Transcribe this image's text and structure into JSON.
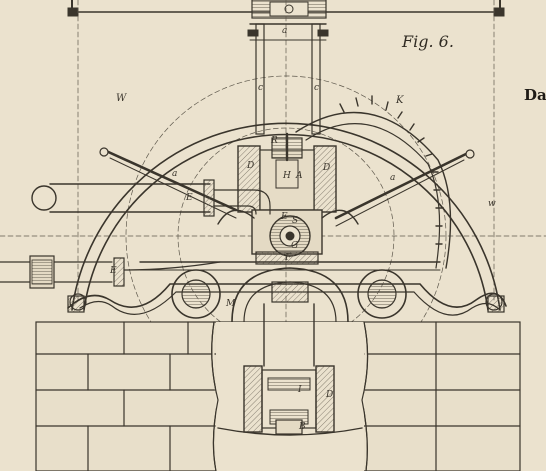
{
  "figure": {
    "caption": "Fig. 6.",
    "margin_text": "Da"
  },
  "labels": {
    "a_top": "a",
    "W_left": "W",
    "K": "K",
    "c_left": "c",
    "c_right": "c",
    "R": "R",
    "D_left": "D",
    "H": "H",
    "A": "A",
    "D_right": "D",
    "a_left": "a",
    "a_right": "a",
    "E_upper": "E",
    "E_center": "E",
    "S": "S",
    "G": "G",
    "w_right": "w",
    "F": "F",
    "E_lower": "E",
    "M": "M",
    "D_bottom": "D",
    "I": "I",
    "B": "B"
  },
  "colors": {
    "paper": "#ebe2ce",
    "ink": "#3a352c",
    "shade": "#8c8475"
  }
}
